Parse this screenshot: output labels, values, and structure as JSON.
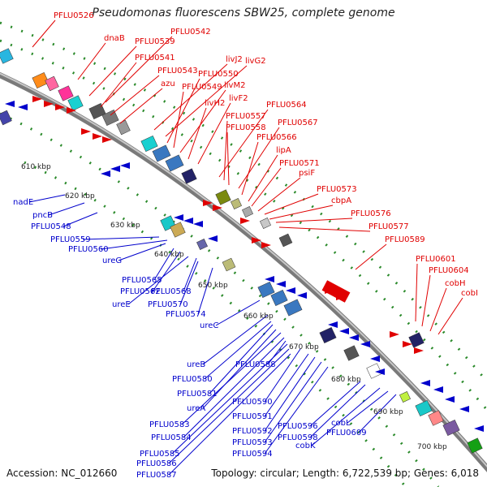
{
  "title": "Pseudomonas fluorescens SBW25, complete genome",
  "accession": "Accession: NC_012660",
  "summary": "Topology: circular; Length: 6,722,539 bp; Genes: 6,018",
  "kbp_labels": [
    "610 kbp",
    "620 kbp",
    "630 kbp",
    "640 kbp",
    "650 kbp",
    "660 kbp",
    "670 kbp",
    "680 kbp",
    "690 kbp",
    "700 kbp"
  ],
  "top_labels": [
    "PFLU0526",
    "dnaB",
    "PFLU0539",
    "PFLU0542",
    "PFLU0541",
    "PFLU0543",
    "azu",
    "livJ2",
    "livG2",
    "PFLU0550",
    "PFLU0549",
    "livM2",
    "livH2",
    "livF2",
    "PFLU0564",
    "PFLU0557",
    "PFLU0558",
    "PFLU0567",
    "PFLU0566",
    "lipA",
    "PFLU0571",
    "psiF",
    "PFLU0573",
    "cbpA",
    "PFLU0576",
    "PFLU0577",
    "PFLU0589",
    "PFLU0601",
    "PFLU0604",
    "cobH",
    "cobI"
  ],
  "bottom_labels": [
    "nadE",
    "pncB",
    "PFLU0548",
    "PFLU0559",
    "PFLU0560",
    "ureG",
    "PFLU0565",
    "PFLU0562",
    "ureE",
    "PFLU0568",
    "PFLU0570",
    "PFLU0574",
    "ureC",
    "ureB",
    "PFLU0588",
    "PFLU0580",
    "PFLU0581",
    "ureA",
    "PFLU0583",
    "PFLU0584",
    "PFLU0585",
    "PFLU0586",
    "PFLU0587",
    "PFLU0590",
    "PFLU0591",
    "PFLU0592",
    "PFLU0593",
    "PFLU0594",
    "PFLU0596",
    "PFLU0598",
    "cobK",
    "cobL",
    "PFLU0609"
  ],
  "colors": {
    "forward": "#e00000",
    "reverse": "#0000cc",
    "backbone": "#999999",
    "tick": "#2a8a2a"
  }
}
